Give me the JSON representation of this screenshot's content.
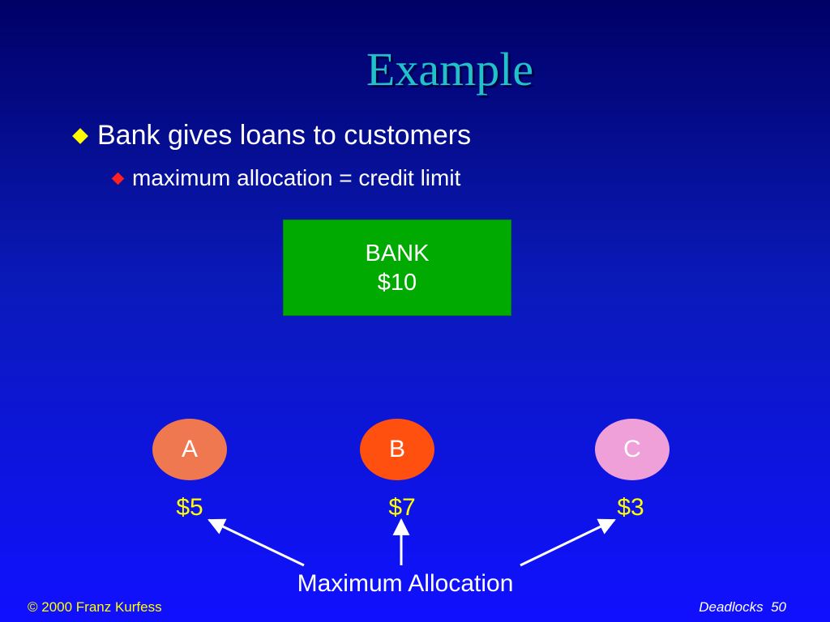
{
  "slide": {
    "title": "Example",
    "bullets": [
      {
        "text": "Bank gives loans to customers",
        "level": 1
      },
      {
        "text": "maximum allocation = credit limit",
        "level": 2
      }
    ],
    "bank": {
      "label": "BANK",
      "amount": "$10",
      "color": "#00aa00"
    },
    "customers": [
      {
        "name": "A",
        "max_allocation": "$5",
        "color": "#f07850"
      },
      {
        "name": "B",
        "max_allocation": "$7",
        "color": "#ff5010"
      },
      {
        "name": "C",
        "max_allocation": "$3",
        "color": "#f0a0d8"
      }
    ],
    "caption": "Maximum Allocation",
    "footer": {
      "copyright": "© 2000 Franz Kurfess",
      "section": "Deadlocks",
      "page": "50"
    }
  },
  "colors": {
    "title": "#22c0c8",
    "bullet_level1": "#ffff00",
    "bullet_level2": "#ff2020",
    "amount_text": "#ffff00",
    "footer_left": "#ffff00"
  }
}
